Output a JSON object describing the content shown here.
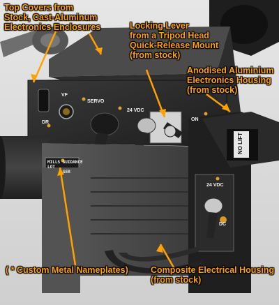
{
  "image": {
    "labels": {
      "top_covers": [
        "Top Covers from",
        "Stock, Cast-Aluminum",
        "Electronics Enclosures"
      ],
      "locking_lever": [
        "Locking Lever",
        "from a Tripod Head",
        "Quick-Release Mount",
        "(from stock)"
      ],
      "anodised_housing": [
        "Anodised Aluminium",
        "Electronics Housing",
        "(from stock)"
      ],
      "custom_nameplates": "( * Custom Metal Nameplates)",
      "composite_housing": [
        "Composite Electrical Housing",
        "(from stock)"
      ]
    },
    "panel_markings": {
      "vf": "VF",
      "servo": "SERVO",
      "vdc_24_top": "24 VDC",
      "on": "ON",
      "dr": "DR",
      "no_lift": "NO LIFT",
      "vdc_24_right": "24 VDC",
      "dc": "DC"
    },
    "nameplate": {
      "line1": "MILLS GUIDANCE",
      "line2": "LOT",
      "line3": "SER"
    },
    "colors": {
      "label": "#ffa200",
      "background": "#d8d8d8",
      "metal_dark": "#2c2c2c",
      "metal_mid": "#4a4a4a"
    }
  }
}
